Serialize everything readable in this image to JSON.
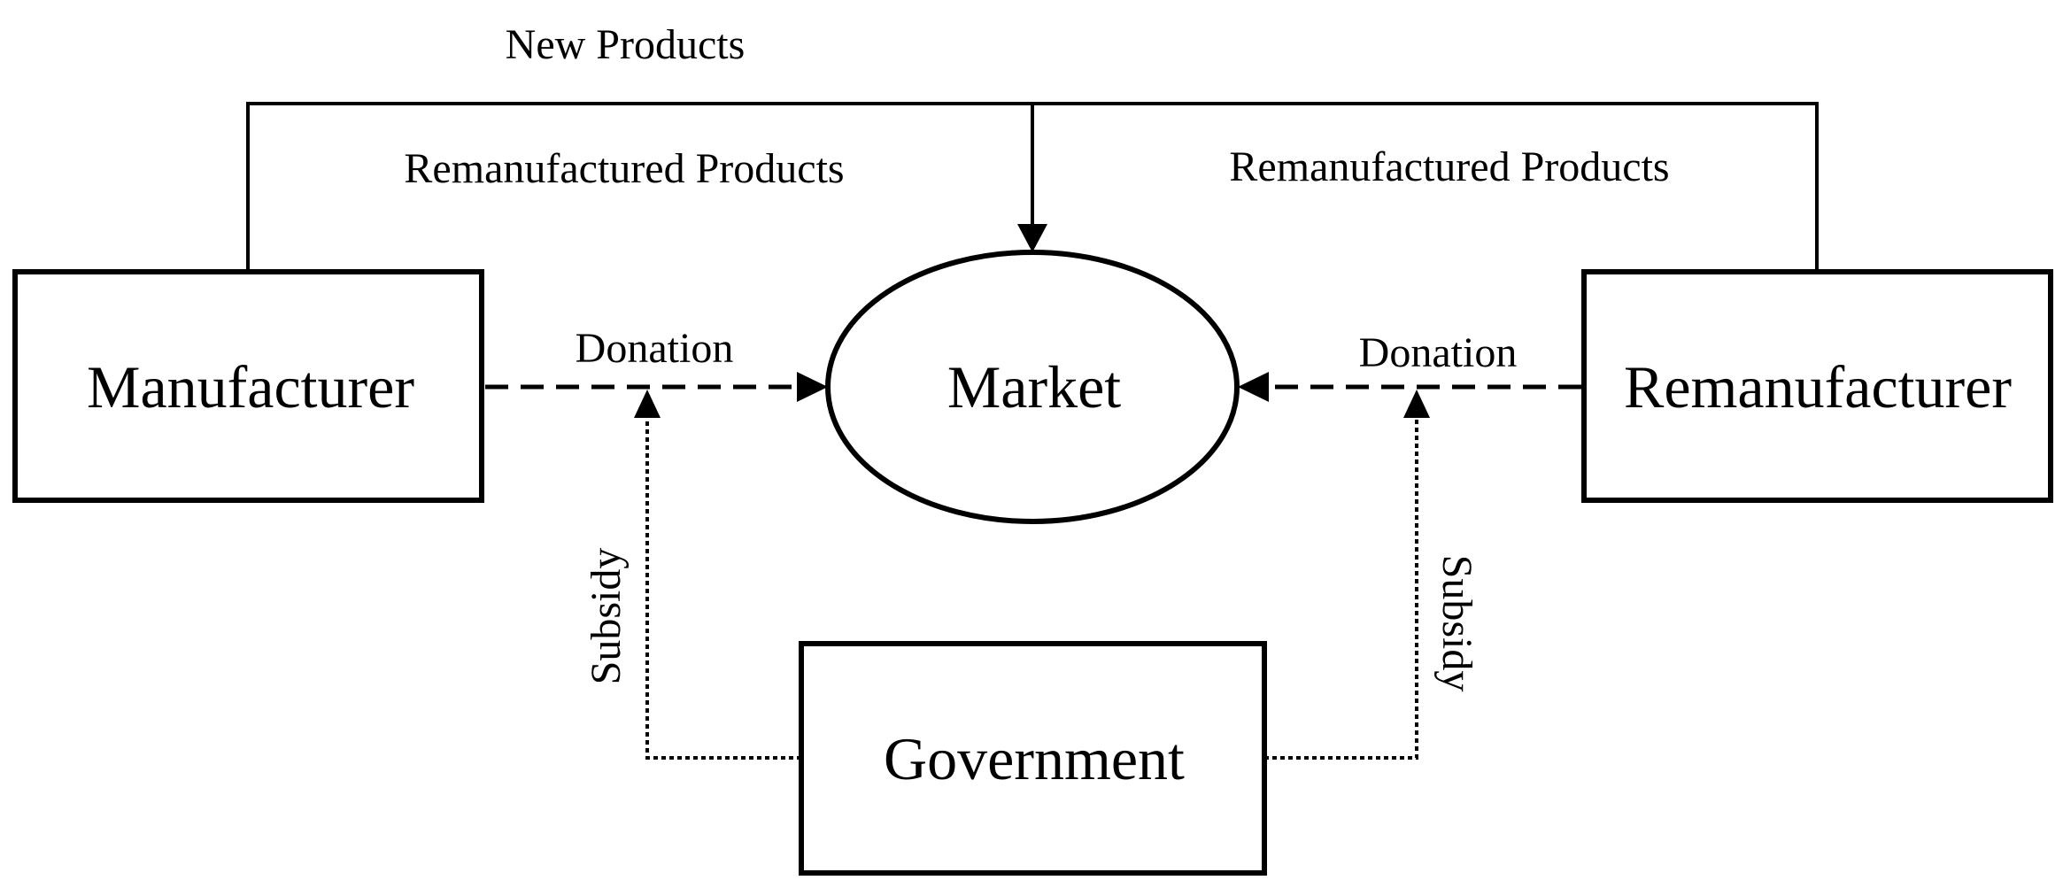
{
  "nodes": {
    "manufacturer": "Manufacturer",
    "market": "Market",
    "remanufacturer": "Remanufacturer",
    "government": "Government"
  },
  "edges": {
    "new_products": "New Products",
    "reman_products_left": "Remanufactured Products",
    "reman_products_right": "Remanufactured Products",
    "donation_left": "Donation",
    "donation_right": "Donation",
    "subsidy_left": "Subsidy",
    "subsidy_right": "Subsidy"
  },
  "colors": {
    "stroke": "#000000",
    "background": "#ffffff"
  }
}
